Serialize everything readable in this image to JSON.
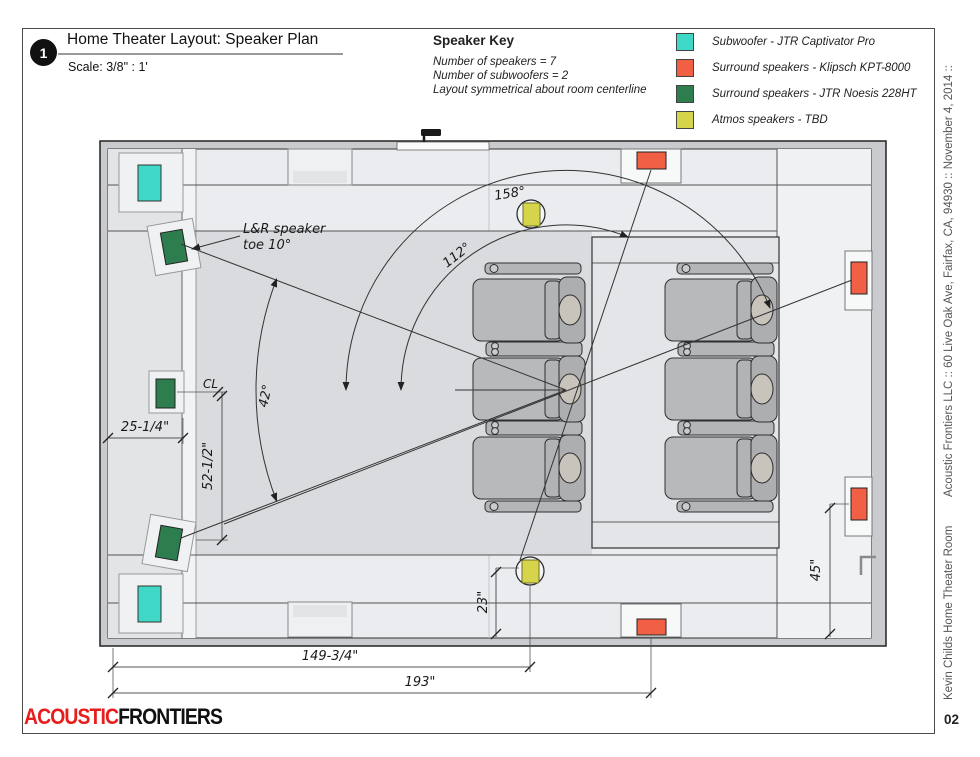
{
  "header": {
    "sheet_number": "1",
    "title": "Home Theater Layout: Speaker Plan",
    "scale_label": "Scale: 3/8\" : 1'"
  },
  "speaker_key": {
    "heading": "Speaker Key",
    "notes": [
      "Number of speakers = 7",
      "Number of subwoofers = 2",
      "Layout symmetrical about room centerline"
    ],
    "legend": [
      {
        "label": "Subwoofer - JTR Captivator Pro",
        "color": "#3fd8c7"
      },
      {
        "label": "Surround speakers - Klipsch KPT-8000",
        "color": "#f15f45"
      },
      {
        "label": "Surround speakers - JTR Noesis 228HT",
        "color": "#2e7d4f"
      },
      {
        "label": "Atmos speakers - TBD",
        "color": "#d5d44b"
      }
    ]
  },
  "margin": {
    "project_info": "Acoustic Frontiers LLC  ::  60 Live Oak Ave, Fairfax, CA, 94930  ::  November 4, 2014  ::",
    "project_name": "Kevin Childs Home Theater Room",
    "page_number": "02"
  },
  "logo": {
    "part1": "ACOUSTIC",
    "part2": "FRONTIERS"
  },
  "plan": {
    "annotations": {
      "angle_158": "158°",
      "angle_112": "112°",
      "angle_42": "42°",
      "toe_line1": "L&R speaker",
      "toe_line2": "toe 10°",
      "centerline": "CL",
      "dim_25": "25-1/4\"",
      "dim_52": "52-1/2\"",
      "dim_23": "23\"",
      "dim_45": "45\"",
      "dim_149": "149-3/4\"",
      "dim_193": "193\""
    }
  }
}
